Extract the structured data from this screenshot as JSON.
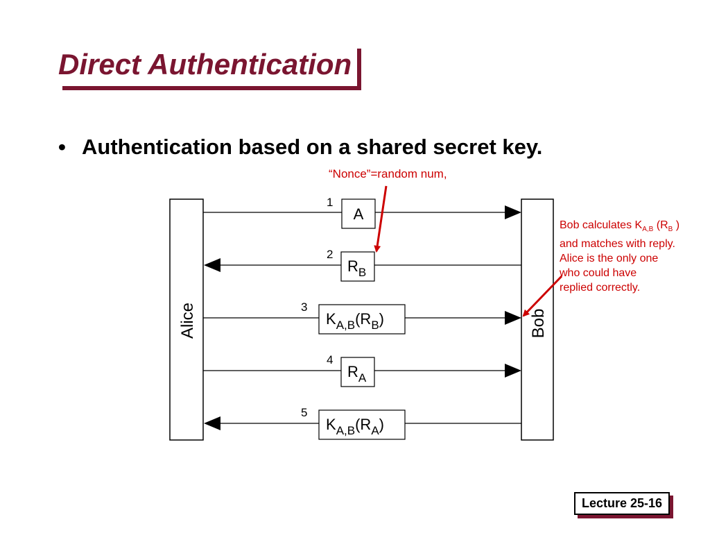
{
  "slide": {
    "title": "Direct Authentication",
    "bullet": "Authentication based on a shared secret key.",
    "footer": "Lecture 25-16"
  },
  "diagram": {
    "left_party": "Alice",
    "right_party": "Bob",
    "messages": [
      {
        "num": "1",
        "direction": "to-bob",
        "main": "A"
      },
      {
        "num": "2",
        "direction": "to-alice",
        "main": "R",
        "sub": "B"
      },
      {
        "num": "3",
        "direction": "to-bob",
        "main": "K",
        "sub": "A,B",
        "paren_main": "R",
        "paren_sub": "B"
      },
      {
        "num": "4",
        "direction": "to-bob",
        "main": "R",
        "sub": "A"
      },
      {
        "num": "5",
        "direction": "to-alice",
        "main": "K",
        "sub": "A,B",
        "paren_main": "R",
        "paren_sub": "A"
      }
    ]
  },
  "annotations": {
    "nonce": "“Nonce”=random num,",
    "bob_note": {
      "line1_pre": "Bob calculates K",
      "line1_sub1": "A,B",
      "line1_mid": " (R",
      "line1_sub2": "B",
      "line1_post": " )",
      "line2": "and matches with reply.",
      "line3": "Alice is the only one",
      "line4": "who could have",
      "line5": "replied correctly."
    },
    "color": "#cc0000"
  },
  "colors": {
    "title": "#7a1530",
    "shadow": "#7a1530"
  }
}
